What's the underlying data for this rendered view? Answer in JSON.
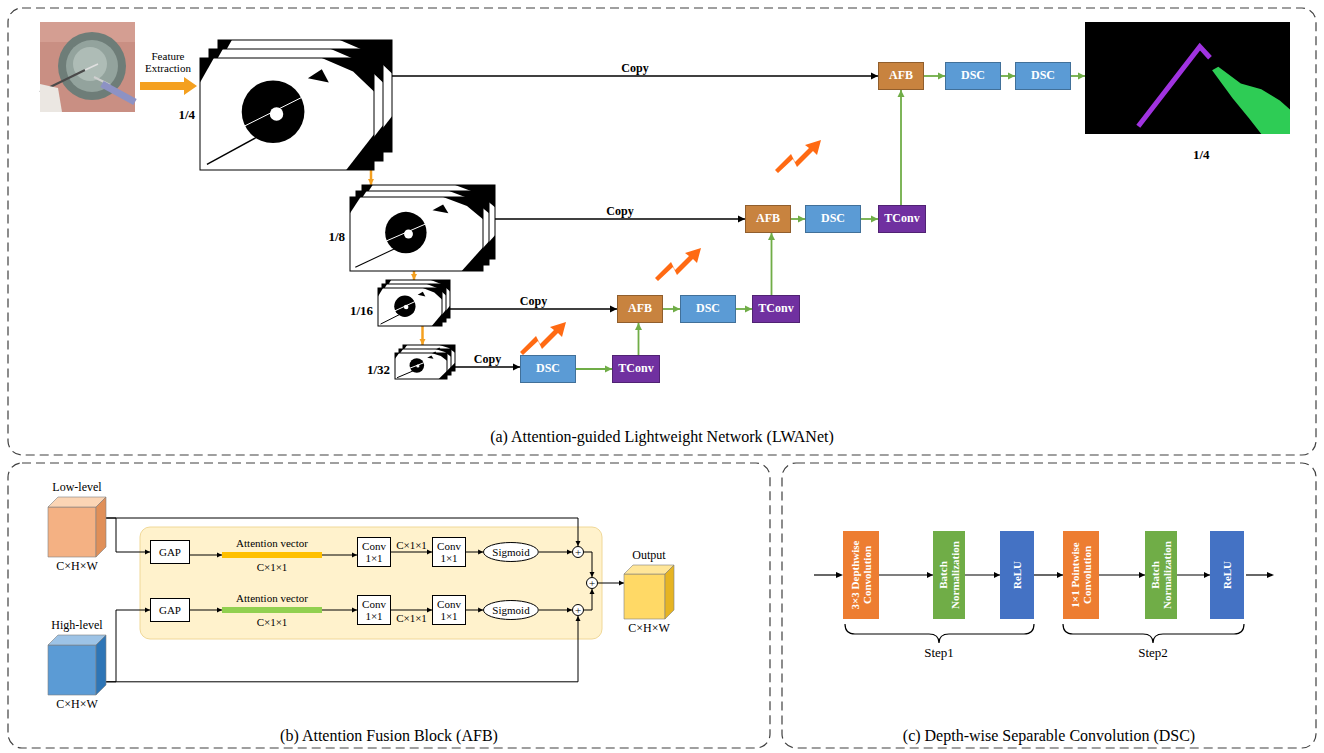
{
  "diagram": {
    "nodes": [
      {
        "text": [
          "1/4"
        ]
      },
      {
        "text": [
          "1/8"
        ]
      },
      {
        "text": [
          "1/16"
        ]
      },
      {
        "text": [
          "1/32"
        ]
      },
      {
        "text": [
          "AFB"
        ]
      },
      {
        "text": [
          "DSC"
        ]
      },
      {
        "text": [
          "DSC"
        ]
      },
      {
        "text": [
          "1/4"
        ]
      },
      {
        "text": [
          "AFB"
        ]
      },
      {
        "text": [
          "DSC"
        ]
      },
      {
        "text": [
          "TConv"
        ]
      },
      {
        "text": [
          "AFB"
        ]
      },
      {
        "text": [
          "DSC"
        ]
      },
      {
        "text": [
          "TConv"
        ]
      },
      {
        "text": [
          "DSC"
        ]
      },
      {
        "text": [
          "TConv"
        ]
      },
      {
        "text": [
          "Low-level",
          "C×H×W"
        ]
      },
      {
        "text": [
          "GAP"
        ]
      },
      {
        "text": [
          "Attention vector",
          "C×1×1"
        ]
      },
      {
        "text": [
          "Conv 1×1"
        ]
      },
      {
        "text": [
          "Conv 1×1"
        ]
      },
      {
        "text": [
          "Sigmoid"
        ]
      },
      {
        "text": [
          "+"
        ]
      },
      {
        "text": [
          "+"
        ]
      },
      {
        "text": [
          "Output",
          "C×H×W"
        ]
      },
      {
        "text": [
          "High-level",
          "C×H×W"
        ]
      },
      {
        "text": [
          "GAP"
        ]
      },
      {
        "text": [
          "Attention vector",
          "C×1×1"
        ]
      },
      {
        "text": [
          "Conv 1×1"
        ]
      },
      {
        "text": [
          "Conv 1×1"
        ]
      },
      {
        "text": [
          "Sigmoid"
        ]
      },
      {
        "text": [
          "+"
        ]
      },
      {
        "text": [
          "3×3 Depthwise Convolution"
        ]
      },
      {
        "text": [
          "Batch Normalization"
        ]
      },
      {
        "text": [
          "ReLU"
        ]
      },
      {
        "text": [
          "1×1 Pointwise Convolution"
        ]
      },
      {
        "text": [
          "Batch Normalization"
        ]
      },
      {
        "text": [
          "ReLU"
        ]
      }
    ],
    "edges": [
      {
        "from": 0,
        "to": 1,
        "arrow": "to"
      },
      {
        "from": 1,
        "to": 2,
        "arrow": "to"
      },
      {
        "from": 2,
        "to": 3,
        "arrow": "to"
      },
      {
        "from": 3,
        "to": 14,
        "label": "Copy",
        "arrow": "to"
      },
      {
        "from": 14,
        "to": 15,
        "arrow": "to"
      },
      {
        "from": 15,
        "to": 11,
        "arrow": "to"
      },
      {
        "from": 2,
        "to": 11,
        "label": "Copy",
        "arrow": "to"
      },
      {
        "from": 11,
        "to": 12,
        "arrow": "to"
      },
      {
        "from": 12,
        "to": 13,
        "arrow": "to"
      },
      {
        "from": 13,
        "to": 8,
        "arrow": "to"
      },
      {
        "from": 1,
        "to": 8,
        "label": "Copy",
        "arrow": "to"
      },
      {
        "from": 8,
        "to": 9,
        "arrow": "to"
      },
      {
        "from": 9,
        "to": 10,
        "arrow": "to"
      },
      {
        "from": 10,
        "to": 4,
        "arrow": "to"
      },
      {
        "from": 0,
        "to": 4,
        "label": "Copy",
        "arrow": "to"
      },
      {
        "from": 4,
        "to": 5,
        "arrow": "to"
      },
      {
        "from": 5,
        "to": 6,
        "arrow": "to"
      },
      {
        "from": 6,
        "to": 7,
        "arrow": "to"
      },
      {
        "from": 16,
        "to": 17,
        "arrow": "to"
      },
      {
        "from": 17,
        "to": 18,
        "arrow": "to"
      },
      {
        "from": 18,
        "to": 19,
        "arrow": "to"
      },
      {
        "from": 19,
        "to": 20,
        "label": "C×1×1",
        "arrow": "to"
      },
      {
        "from": 20,
        "to": 21,
        "arrow": "to"
      },
      {
        "from": 21,
        "to": 22,
        "arrow": "to"
      },
      {
        "from": 16,
        "to": 22,
        "arrow": "to"
      },
      {
        "from": 22,
        "to": 23,
        "arrow": "to"
      },
      {
        "from": 23,
        "to": 24,
        "arrow": "to"
      },
      {
        "from": 25,
        "to": 26,
        "arrow": "to"
      },
      {
        "from": 26,
        "to": 27,
        "arrow": "to"
      },
      {
        "from": 27,
        "to": 28,
        "arrow": "to"
      },
      {
        "from": 28,
        "to": 29,
        "label": "C×1×1",
        "arrow": "to"
      },
      {
        "from": 29,
        "to": 30,
        "arrow": "to"
      },
      {
        "from": 30,
        "to": 31,
        "arrow": "to"
      },
      {
        "from": 25,
        "to": 31,
        "arrow": "to"
      },
      {
        "from": 31,
        "to": 23,
        "arrow": "to"
      },
      {
        "from": 32,
        "to": 33,
        "arrow": "to"
      },
      {
        "from": 33,
        "to": 34,
        "arrow": "to"
      },
      {
        "from": 34,
        "to": 35,
        "arrow": "to"
      },
      {
        "from": 35,
        "to": 36,
        "arrow": "to"
      },
      {
        "from": 36,
        "to": 37,
        "arrow": "to"
      }
    ],
    "labels": [
      "Feature Extraction",
      "(a) Attention-guided Lightweight Network (LWANet)",
      "(b) Attention Fusion Block (AFB)",
      "(c) Depth-wise Separable Convolution (DSC)",
      "Step1",
      "Step2"
    ]
  }
}
